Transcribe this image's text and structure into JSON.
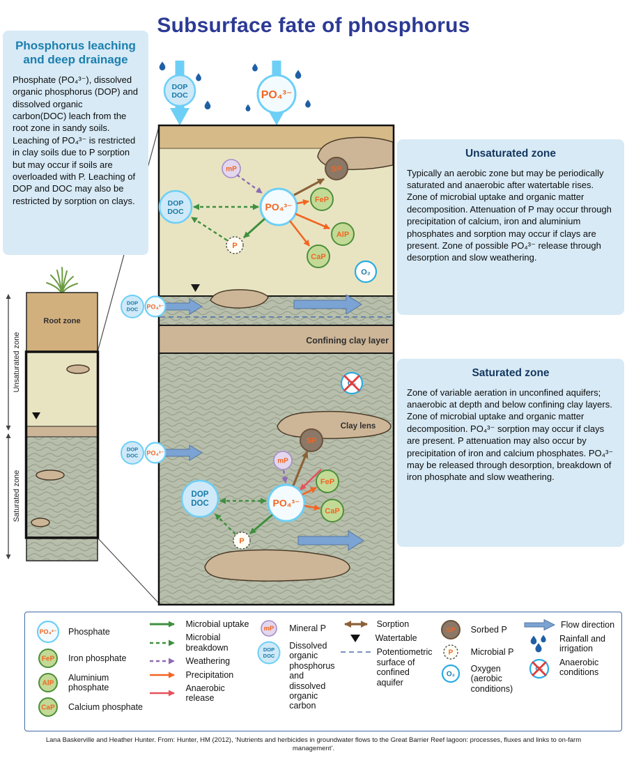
{
  "title": "Subsurface fate of phosphorus",
  "info_boxes": {
    "leaching": {
      "heading": "Phosphorus leaching and deep drainage",
      "body": "Phosphate (PO₄³⁻), dissolved organic phosphorus (DOP) and dissolved organic carbon(DOC) leach from the root zone in sandy soils. Leaching of PO₄³⁻ is restricted in clay soils due to P sorption but may occur if soils are overloaded with P. Leaching of DOP and DOC may also be restricted by sorption on clays."
    },
    "unsaturated": {
      "heading": "Unsaturated zone",
      "body": "Typically an aerobic zone but may be periodically saturated and anaerobic after watertable rises. Zone of microbial uptake and organic matter decomposition. Attenuation of P may occur through precipitation of calcium, iron and aluminium phosphates and sorption may occur if clays are present. Zone of possible PO₄³⁻ release through desorption and slow weathering."
    },
    "saturated": {
      "heading": "Saturated zone",
      "body": "Zone of variable aeration in unconfined aquifers; anaerobic at depth and below confining clay layers. Zone of microbial uptake and organic matter decomposition. PO₄³⁻ sorption may occur if clays are present. P attenuation may also occur by precipitation of iron and calcium phosphates. PO₄³⁻ may be released through desorption, breakdown of iron phosphate and slow weathering."
    }
  },
  "symbols": {
    "po4": "PO₄³⁻",
    "dop": "DOP",
    "doc": "DOC",
    "fep": "FeP",
    "alp": "AlP",
    "cap": "CaP",
    "sp": "SP",
    "mp": "mP",
    "p": "P",
    "o2": "O₂"
  },
  "diagram_labels": {
    "root_zone": "Root zone",
    "unsaturated_zone": "Unsaturated zone",
    "saturated_zone": "Saturated zone",
    "confining_clay": "Confining clay layer",
    "clay_lens": "Clay lens"
  },
  "legend": {
    "phosphate": "Phosphate",
    "iron_phosphate": "Iron phosphate",
    "aluminium_phosphate": "Aluminium phosphate",
    "calcium_phosphate": "Calcium phosphate",
    "microbial_uptake": "Microbial uptake",
    "microbial_breakdown": "Microbial breakdown",
    "weathering": "Weathering",
    "precipitation": "Precipitation",
    "anaerobic_release": "Anaerobic release",
    "mineral_p": "Mineral P",
    "dop_doc": "Dissolved organic phosphorus and dissolved organic carbon",
    "sorption": "Sorption",
    "watertable": "Watertable",
    "potentiometric": "Potentiometric surface of confined aquifer",
    "sorbed_p": "Sorbed P",
    "microbial_p": "Microbial P",
    "oxygen": "Oxygen (aerobic conditions)",
    "flow_direction": "Flow direction",
    "rainfall": "Rainfall and irrigation",
    "anaerobic_conditions": "Anaerobic conditions"
  },
  "citation": "Lana Baskerville and Heather Hunter.  From: Hunter, HM (2012), ‘Nutrients and herbicides in groundwater flows to the Great Barrier Reef lagoon: processes, fluxes and links to on-farm management’.",
  "colors": {
    "title_blue": "#2c3a94",
    "accent_orange": "#f26522",
    "circle_blue": "#6dcff6",
    "teal_text": "#1779a8",
    "green_fill": "#c3da96",
    "green_stroke": "#4e8f3a",
    "flow_blue": "#7ba3d4",
    "unsaturated_fill": "#e8e4c2",
    "saturated_fill": "#b7beac",
    "clay_fill": "#cdb697",
    "info_box_bg": "#d7eaf6"
  }
}
